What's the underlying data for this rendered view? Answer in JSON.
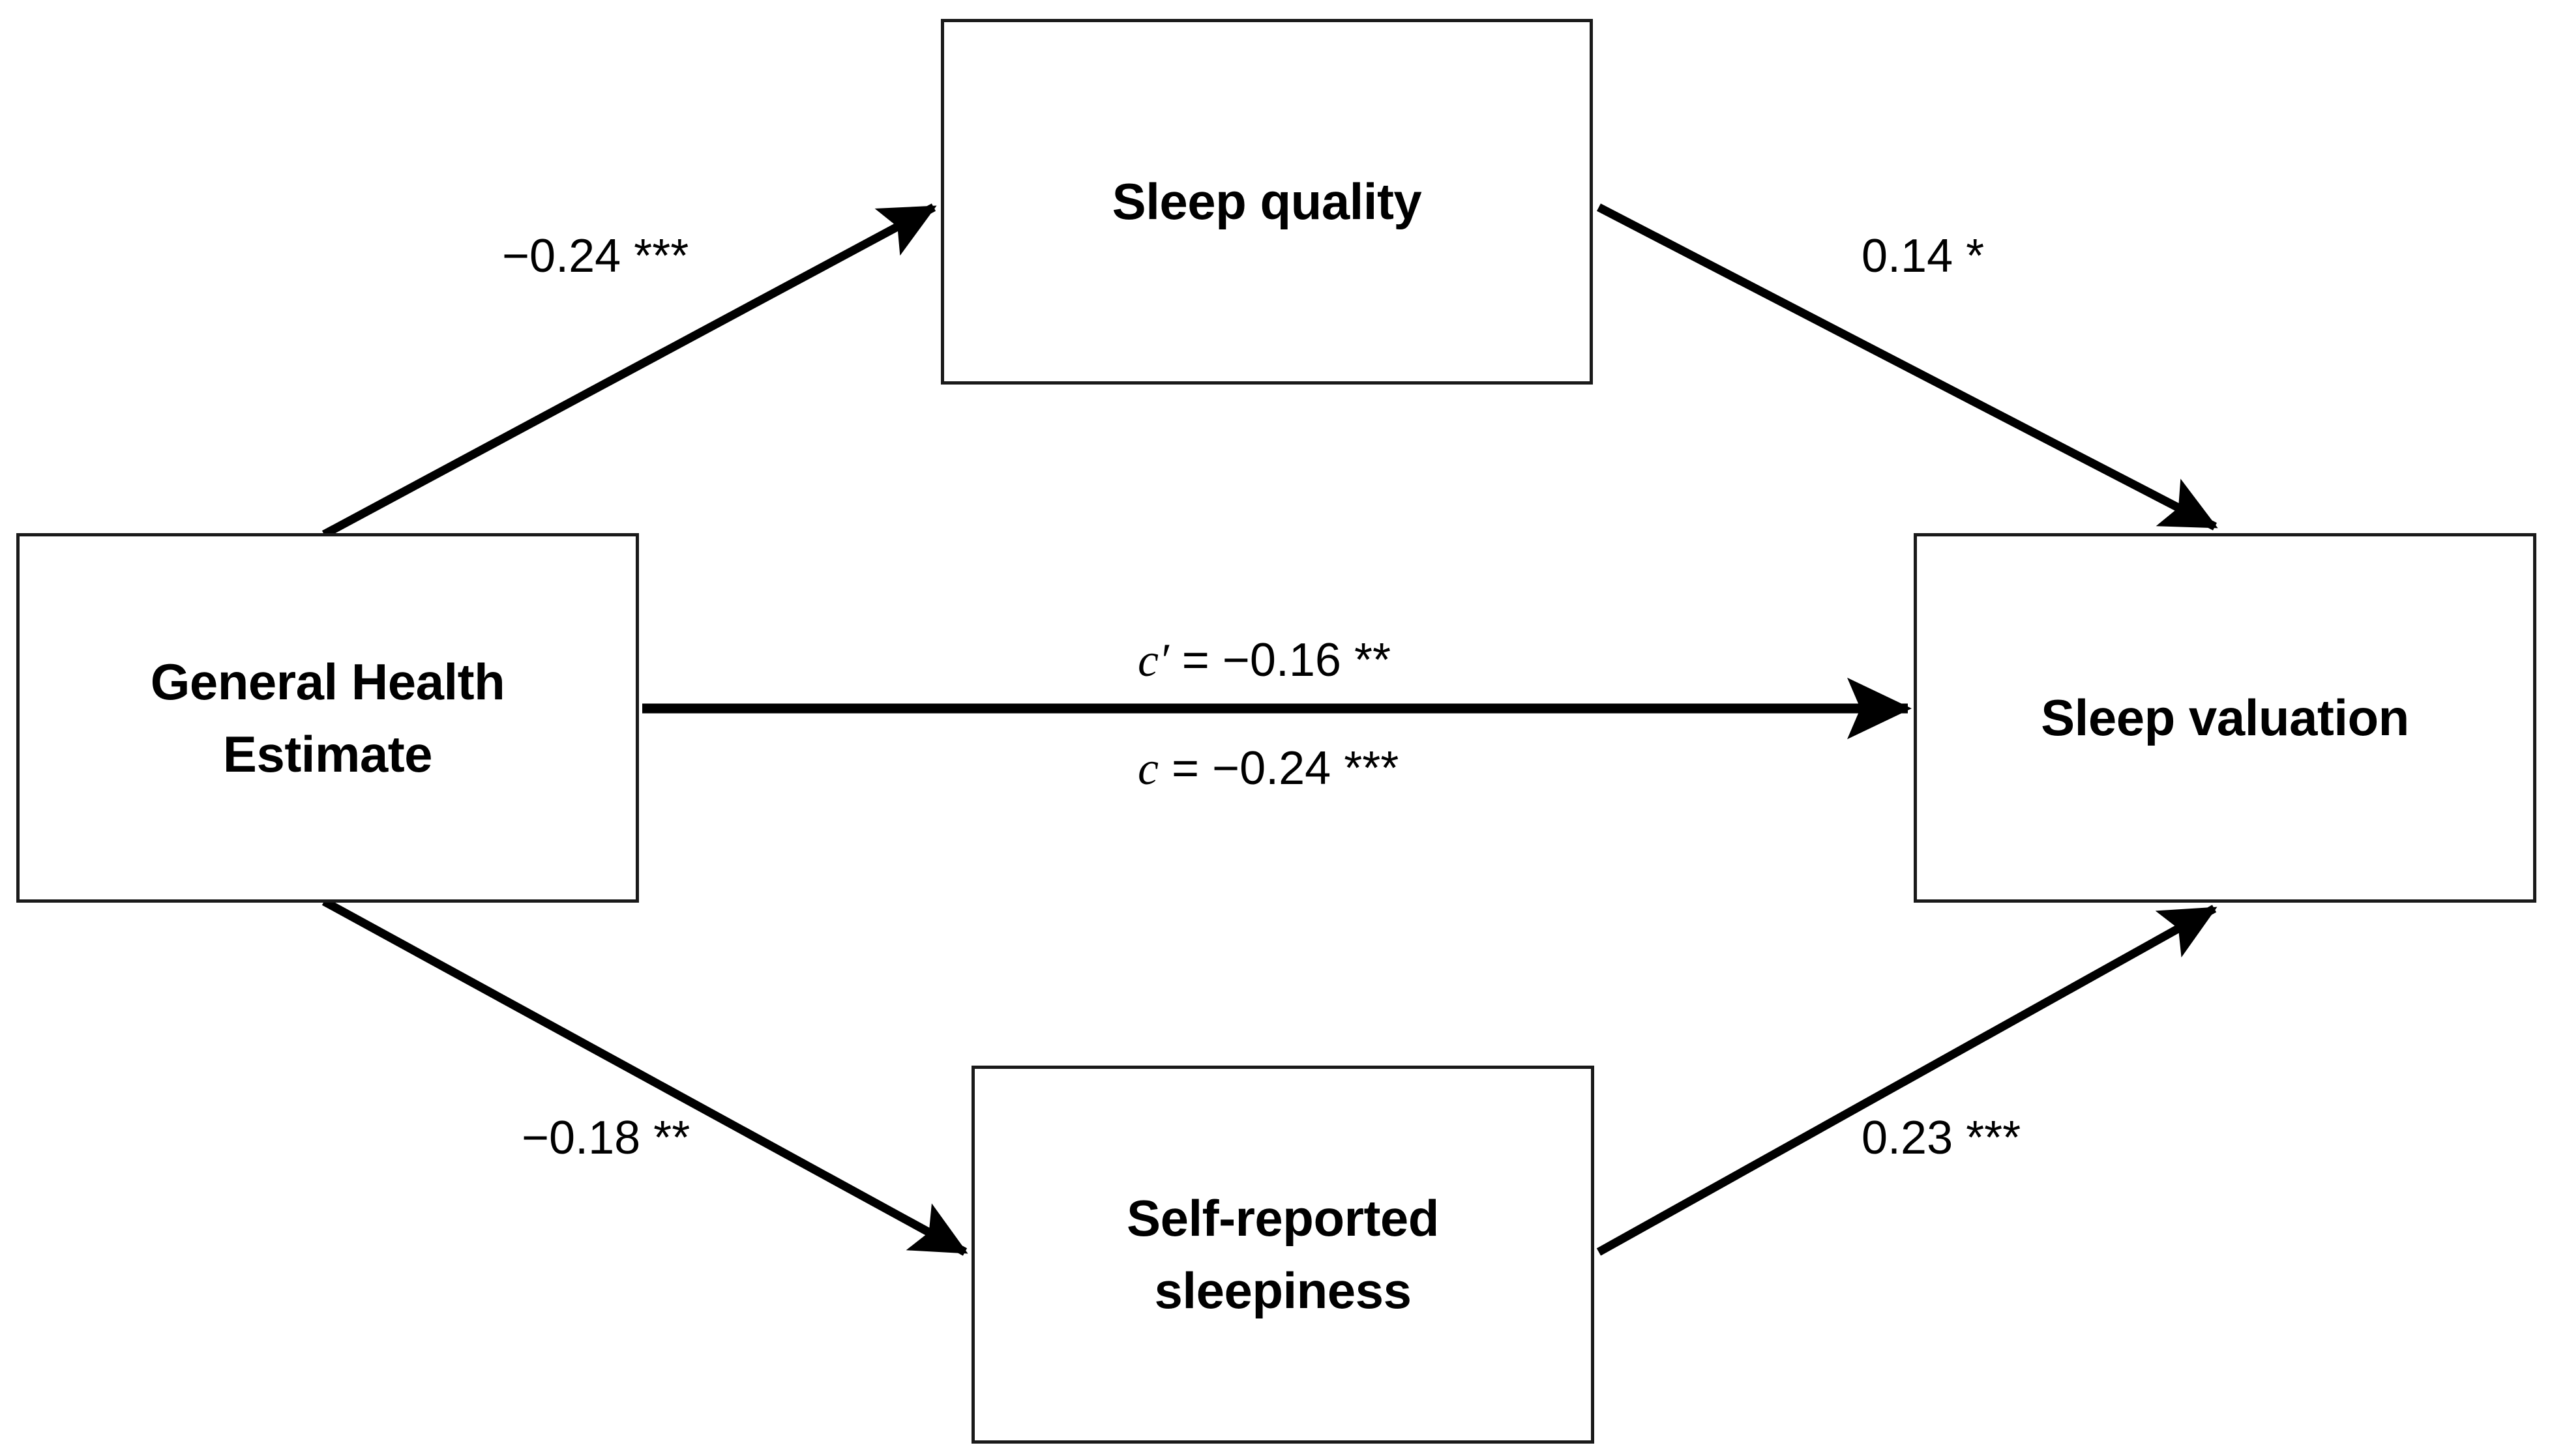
{
  "diagram": {
    "type": "mediation-path-diagram",
    "background_color": "#ffffff",
    "line_color": "#000000",
    "box_border_color": "#1a1a1a"
  },
  "nodes": {
    "predictor": {
      "label": "General Health\nEstimate"
    },
    "mediator_top": {
      "label": "Sleep quality"
    },
    "mediator_bottom": {
      "label": "Self-reported\nsleepiness"
    },
    "outcome": {
      "label": "Sleep valuation"
    }
  },
  "paths": {
    "a1": {
      "label": "−0.24 ***",
      "coefficient": -0.24,
      "stars": "***",
      "from": "predictor",
      "to": "mediator_top"
    },
    "b1": {
      "label": "0.14 *",
      "coefficient": 0.14,
      "stars": "*",
      "from": "mediator_top",
      "to": "outcome"
    },
    "a2": {
      "label": "−0.18 **",
      "coefficient": -0.18,
      "stars": "**",
      "from": "predictor",
      "to": "mediator_bottom"
    },
    "b2": {
      "label": "0.23 ***",
      "coefficient": 0.23,
      "stars": "***",
      "from": "mediator_bottom",
      "to": "outcome"
    },
    "c_prime": {
      "symbol": "c′",
      "rest": " = −0.16 **",
      "coefficient": -0.16,
      "stars": "**",
      "from": "predictor",
      "to": "outcome"
    },
    "c_total": {
      "symbol": "c",
      "rest": " = −0.24 ***",
      "coefficient": -0.24,
      "stars": "***",
      "from": "predictor",
      "to": "outcome"
    }
  }
}
